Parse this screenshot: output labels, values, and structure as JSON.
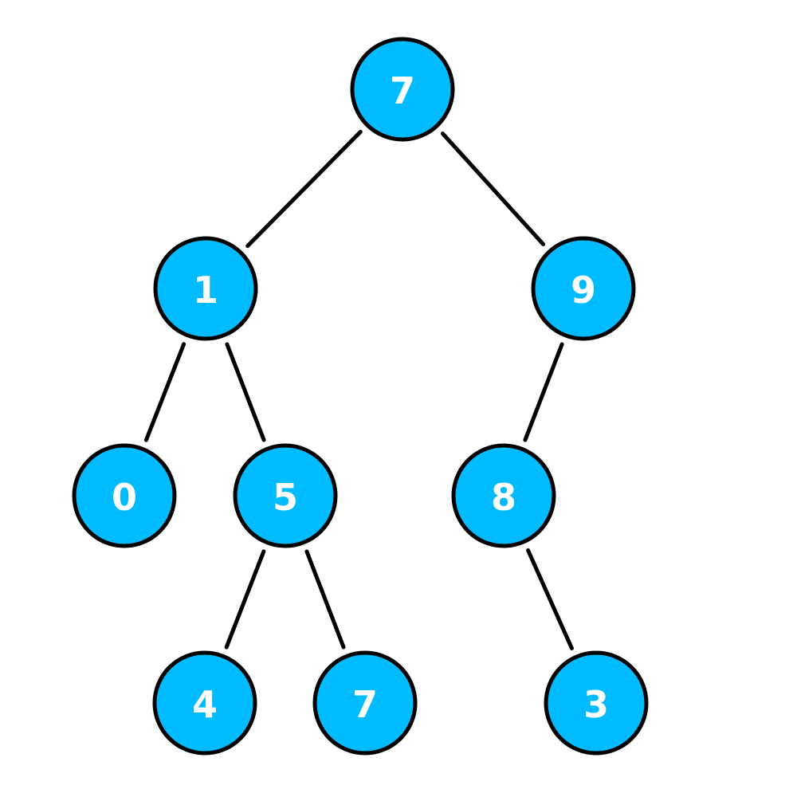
{
  "tree": {
    "node_fill": "#00BBFF",
    "node_stroke": "#000000",
    "label_color": "#FFFFFF",
    "nodes": [
      {
        "id": "n-root",
        "label": "7"
      },
      {
        "id": "n-1",
        "label": "1"
      },
      {
        "id": "n-9",
        "label": "9"
      },
      {
        "id": "n-0",
        "label": "0"
      },
      {
        "id": "n-5",
        "label": "5"
      },
      {
        "id": "n-8",
        "label": "8"
      },
      {
        "id": "n-4",
        "label": "4"
      },
      {
        "id": "n-7b",
        "label": "7"
      },
      {
        "id": "n-3",
        "label": "3"
      }
    ],
    "edges": [
      {
        "from": "n-root",
        "to": "n-1"
      },
      {
        "from": "n-root",
        "to": "n-9"
      },
      {
        "from": "n-1",
        "to": "n-0"
      },
      {
        "from": "n-1",
        "to": "n-5"
      },
      {
        "from": "n-9",
        "to": "n-8"
      },
      {
        "from": "n-5",
        "to": "n-4"
      },
      {
        "from": "n-5",
        "to": "n-7b"
      },
      {
        "from": "n-8",
        "to": "n-3"
      }
    ]
  }
}
